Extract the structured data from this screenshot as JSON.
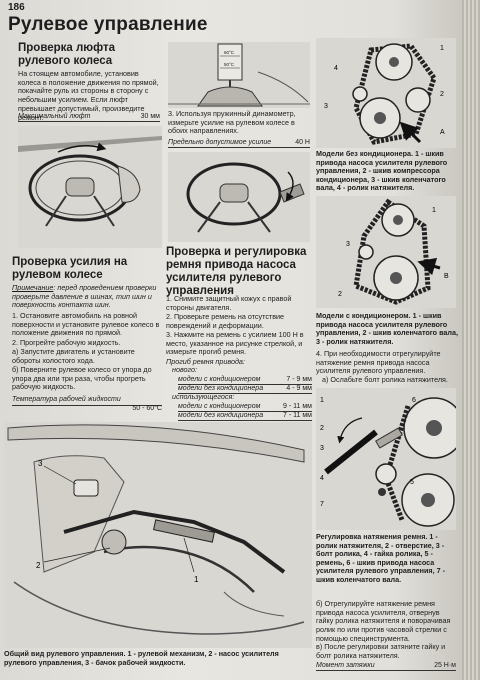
{
  "page_number": "186",
  "title": "Рулевое управление",
  "sec1": {
    "heading": "Проверка люфта рулевого колеса",
    "body": "На стоящем автомобиле, установив колеса в положение движения по прямой, покачайте руль из стороны в сторону с небольшим усилием. Если люфт превышает допустимый, произведите ремонт.",
    "spec_label": "Максимальный люфт",
    "spec_value": "30 мм"
  },
  "dynamometer": {
    "body": "3. Используя пружинный динамометр, измерьте усилие на рулевом колесе в обоих направлениях.",
    "spec_label": "Предельно допустимое усилие",
    "spec_value": "40 Н"
  },
  "dial": {
    "t1": "60°C",
    "t2": "50°C"
  },
  "sec2": {
    "heading": "Проверка усилия на рулевом колесе",
    "note_label": "Примечание",
    "note_text": ": перед проведением проверки проверьте давление в шинах, тип шин и поверхность контакта шин.",
    "p1": "1. Остановите автомобиль на ровной поверхности и установите рулевое колесо в положение движения по прямой.",
    "p2": "2. Прогрейте рабочую жидкость.",
    "p2a": "а) Запустите двигатель и установите обороты холостого хода.",
    "p2b": "б) Поверните рулевое колесо от упора до упора два или три раза, чтобы прогреть рабочую жидкость.",
    "spec_label": "Температура рабочей жидкости",
    "spec_value": "50 - 60°C"
  },
  "sec3": {
    "heading": "Проверка и регулировка ремня привода насоса усилителя рулевого управления",
    "p1": "1. Снимите защитный кожух с правой стороны двигателя.",
    "p2": "2. Проверьте ремень на отсутствие повреждений и деформации.",
    "p3": "3. Нажмите на ремень с усилием 100 Н в место, указанное на рисунке стрелкой, и измерьте прогиб ремня.",
    "spec_title": "Прогиб ремня привода:",
    "new": "нового:",
    "used": "использующегося:",
    "rows": [
      {
        "label": "модели с кондиционером",
        "value": "7 - 9 мм"
      },
      {
        "label": "модели без кондиционера",
        "value": "4 - 9 мм"
      },
      {
        "label": "модели с кондиционером",
        "value": "9 - 11 мм"
      },
      {
        "label": "модели без кондиционера",
        "value": "7 - 11 мм"
      }
    ]
  },
  "cap_no_ac": "Модели без кондиционера. 1 - шкив привода насоса усилителя рулевого управления, 2 - шкив компрессора кондиционера, 3 - шкив коленчатого вала, 4 - ролик натяжителя.",
  "cap_ac": "Модели с кондиционером. 1 - шкив привода насоса усилителя рулевого управления, 2 - шкив коленчатого вала, 3 - ролик натяжителя.",
  "step4": "4. При необходимости отрегулируйте натяжение ремня привода насоса усилителя рулевого управления.",
  "step4a": "а) Ослабьте болт ролика натяжителя.",
  "cap_reg": "Регулировка натяжения ремня. 1 - ролик натяжителя, 2 - отверстие, 3 - болт ролика, 4 - гайка ролика, 5 - ремень, 6 - шкив привода насоса усилителя рулевого управления, 7 - шкив коленчатого вала.",
  "step_b": "б) Отрегулируйте натяжение ремня привода насоса усилителя, отвернув гайку ролика натяжителя и поворачивая ролик по или против часовой стрелки с помощью специнструмента.",
  "step_v": "в) После регулировки затяните гайку и болт ролика натяжителя.",
  "torque_label": "Момент затяжки",
  "torque_value": "25 Н·м",
  "cap_general": "Общий вид рулевого управления. 1 - рулевой механизм, 2 - насос усилителя рулевого управления, 3 - бачок рабочей жидкости.",
  "labels": {
    "n1": "1",
    "n2": "2",
    "n3": "3",
    "n4": "4",
    "n5": "5",
    "n6": "6",
    "n7": "7",
    "a": "А",
    "b": "В"
  }
}
